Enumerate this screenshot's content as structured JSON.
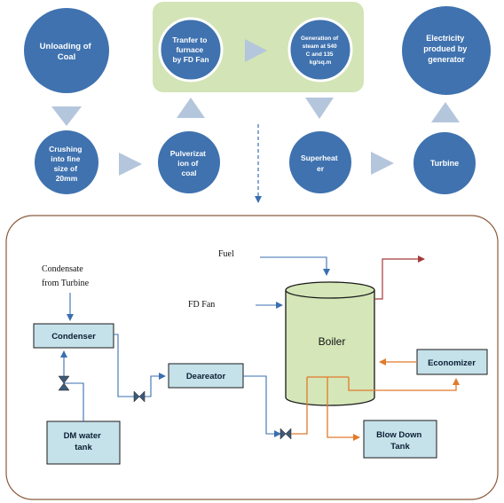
{
  "process_flow": {
    "unloading": [
      "Unloading of",
      "Coal"
    ],
    "crushing": [
      "Crushing",
      "into fine",
      "size of",
      "20mm"
    ],
    "pulverization": [
      "Pulverizat",
      "ion of",
      "coal"
    ],
    "transfer": [
      "Tranfer to",
      "furnace",
      "by FD Fan"
    ],
    "generation": [
      "Generation of",
      "steam at 540",
      "C and 135",
      "kg/sq.m"
    ],
    "superheater": [
      "Superheat",
      "er"
    ],
    "turbine": [
      "Turbine"
    ],
    "electricity": [
      "Electricity",
      "produed by",
      "generator"
    ]
  },
  "boiler_system": {
    "fuel_label": "Fuel",
    "fd_fan_label": "FD Fan",
    "condensate_label": [
      "Condensate",
      "from Turbine"
    ],
    "boiler_label": "Boiler",
    "condenser_label": "Condenser",
    "deareator_label": "Deareator",
    "economizer_label": "Economizer",
    "dm_tank_label": [
      "DM water",
      "tank"
    ],
    "blowdown_label": [
      "Blow Down",
      "Tank"
    ]
  },
  "colors": {
    "circle_fill": "#3f72af",
    "arrow_fill": "#b4c6dc",
    "highlight_bg": "#d3e4b6",
    "box_fill": "#c5e1ea",
    "boiler_fill": "#d5e6b8",
    "pipe_blue": "#3a6fb0",
    "pipe_orange": "#e07b2c",
    "pipe_red": "#a33a3a"
  }
}
